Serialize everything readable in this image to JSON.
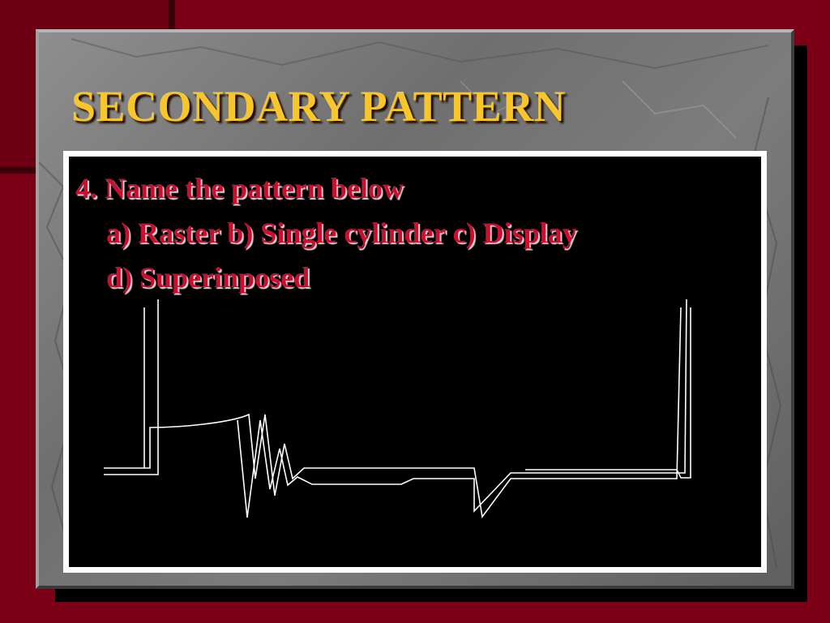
{
  "slide": {
    "title": "SECONDARY PATTERN",
    "question": {
      "line1": "4. Name the pattern below",
      "line2": "a) Raster  b) Single cylinder  c) Display",
      "line3": "d) Superinposed"
    }
  },
  "colors": {
    "background": "#7b0016",
    "title": "#f7c52c",
    "question_text": "#c8102e",
    "board": "#000000",
    "trace": "#ffffff"
  }
}
